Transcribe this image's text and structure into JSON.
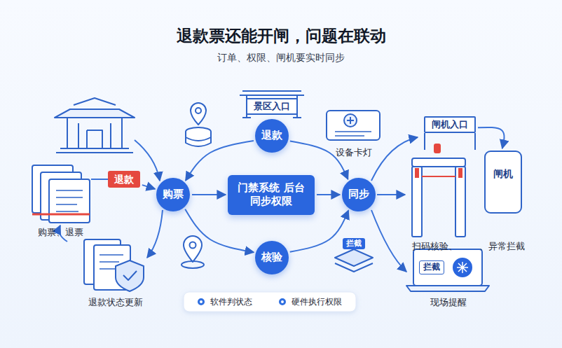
{
  "diagram": {
    "title": "退款票还能开闸，问题在联动",
    "caption": "订单、权限、闸机要实时同步",
    "nodes": [
      {
        "text": [
          "景区入口"
        ]
      },
      {
        "text": [
          "退款"
        ]
      },
      {
        "text": [
          "退款"
        ]
      },
      {
        "text": [
          "购票"
        ]
      },
      {
        "text": [
          "门禁系统 后台同步权限"
        ]
      },
      {
        "text": [
          "同步"
        ]
      },
      {
        "text": [
          "闸机入口"
        ]
      },
      {
        "text": [
          "闸机"
        ]
      },
      {
        "text": [
          "核验"
        ]
      },
      {
        "text": [
          "拦截"
        ]
      },
      {
        "text": [
          "拦截"
        ]
      }
    ],
    "edges": [
      {
        "from": 2,
        "to": 3,
        "arrow": "to"
      },
      {
        "from": 3,
        "to": 4,
        "arrow": "to"
      },
      {
        "from": 4,
        "to": 5,
        "arrow": "to"
      },
      {
        "from": 1,
        "to": 3,
        "arrow": "to"
      },
      {
        "from": 1,
        "to": 5,
        "arrow": "to"
      },
      {
        "from": 3,
        "to": 8,
        "arrow": "to"
      },
      {
        "from": 8,
        "to": 5,
        "arrow": "to"
      },
      {
        "from": 6,
        "to": 7,
        "arrow": "to"
      }
    ],
    "labels": [
      "购票、退票",
      "退款状态更新",
      "设备卡灯",
      "扫码核验、",
      "、异常拦截",
      "现场提醒"
    ],
    "legend": [
      {
        "text": "软件判状态",
        "color": "#2f6fe0"
      },
      {
        "text": "硬件执行权限",
        "color": "#2f6fe0"
      }
    ]
  }
}
